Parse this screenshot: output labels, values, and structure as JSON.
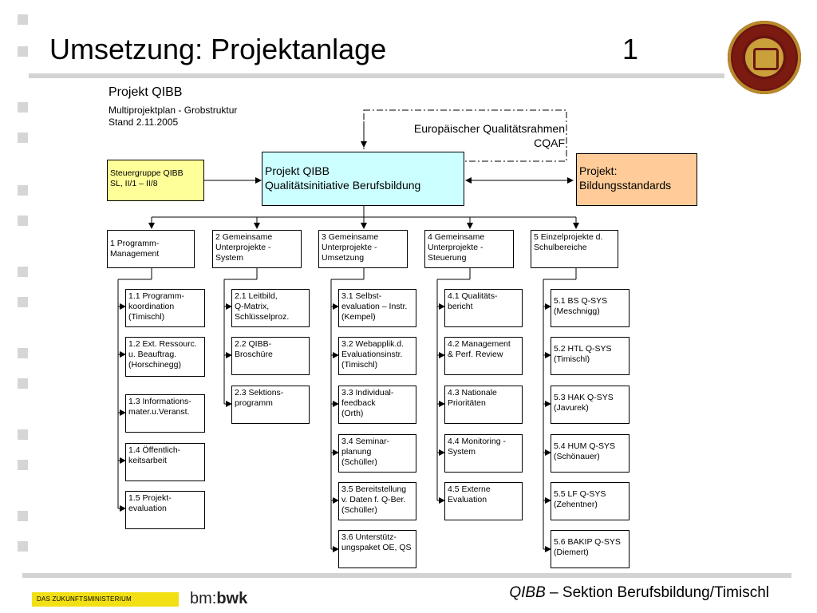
{
  "header": {
    "title": "Umsetzung: Projektanlage",
    "page_number": "1"
  },
  "project": {
    "title": "Projekt QIBB",
    "subtitle": "Multiprojektplan - Grobstruktur\nStand 2.11.2005"
  },
  "top": {
    "eqarf": "Europäischer Qualitätsrahmen\nCQAF",
    "steering": "Steuergruppe QIBB\nSL, II/1 – II/8",
    "main": "Projekt QIBB\nQualitätsinitiative Berufsbildung",
    "standards": "Projekt:\nBildungsstandards"
  },
  "columns": [
    {
      "label": "1 Programm-\nManagement",
      "items": [
        "1.1 Programm-\nkoordination\n(Timischl)",
        "1.2 Ext. Ressourc.\nu. Beauftrag.\n (Horschinegg)",
        "1.3 Informations-\nmater.u.Veranst.",
        "1.4 Öffentlich-\nkeitsarbeit",
        "1.5 Projekt-\nevaluation"
      ]
    },
    {
      "label": "2 Gemeinsame\nUnterprojekte -\nSystem",
      "items": [
        "2.1 Leitbild,\nQ-Matrix,\nSchlüsselproz.",
        "2.2 QIBB-\nBroschüre",
        "2.3 Sektions-\nprogramm"
      ]
    },
    {
      "label": "3 Gemeinsame\nUnterprojekte -\nUmsetzung",
      "items": [
        "3.1 Selbst-\nevaluation – Instr.\n(Kempel)",
        "3.2 Webapplik.d.\nEvaluationsinstr.\n(Timischl)",
        "3.3 Individual-\nfeedback\n(Orth)",
        "3.4 Seminar-\nplanung\n (Schüller)",
        "3.5 Bereitstellung\nv. Daten f. Q-Ber.\n (Schüller)",
        "3.6 Unterstütz-\nungspaket OE, QS"
      ]
    },
    {
      "label": "4 Gemeinsame\nUnterprojekte -\nSteuerung",
      "items": [
        "4.1 Qualitäts-\nbericht",
        "4.2 Management\n& Perf. Review",
        "4.3 Nationale\nPrioritäten",
        "4.4 Monitoring -\nSystem",
        "4.5 Externe\nEvaluation"
      ]
    },
    {
      "label": "5 Einzelprojekte d.\nSchulbereiche",
      "items": [
        "5.1 BS Q-SYS\n (Meschnigg)",
        "5.2 HTL Q-SYS\n (Timischl)",
        "5.3 HAK Q-SYS\n (Javurek)",
        "5.4 HUM Q-SYS\n (Schönauer)",
        "5.5 LF Q-SYS\n (Zehentner)",
        "5.6 BAKIP Q-SYS\n (Diemert)"
      ]
    }
  ],
  "footer": {
    "ministry_label": "DAS ZUKUNFTSMINISTERIUM",
    "bmwk_prefix": "bm:",
    "bmwk_bold": "bwk",
    "credit_italic": "QIBB",
    "credit_rest": " – Sektion Berufsbildung/Timischl"
  },
  "colors": {
    "main_box": "#ccffff",
    "steering_box": "#ffff99",
    "standards_box": "#ffcc99",
    "ministry_bar": "#f2e014"
  }
}
